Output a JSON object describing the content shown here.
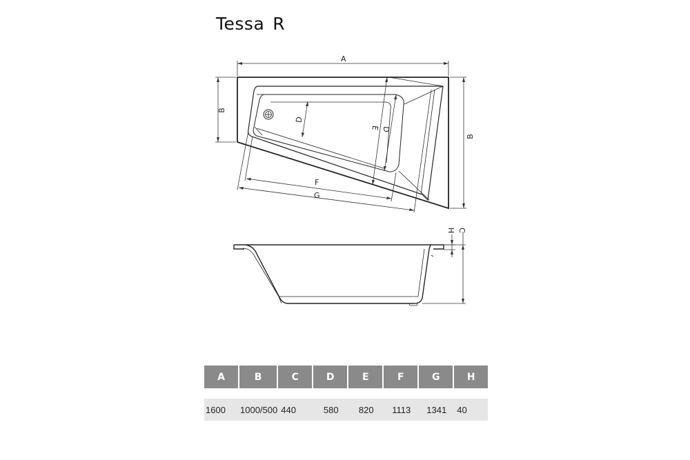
{
  "title": {
    "model": "Tessa",
    "variant": "R"
  },
  "top_view": {
    "labels": {
      "A": "A",
      "B_left": "B",
      "B_right": "B",
      "D_left": "D",
      "E": "E",
      "D_right": "D",
      "F": "F",
      "G": "G"
    }
  },
  "side_view": {
    "labels": {
      "H": "H",
      "C": "C"
    }
  },
  "dimensions_table": {
    "headers": [
      "A",
      "B",
      "C",
      "D",
      "E",
      "F",
      "G",
      "H"
    ],
    "values": [
      "1600",
      "1000/500",
      "440",
      "580",
      "820",
      "1113",
      "1341",
      "40"
    ],
    "header_bg": "#8a8a8a",
    "row_bg": "#e6e6e6"
  }
}
